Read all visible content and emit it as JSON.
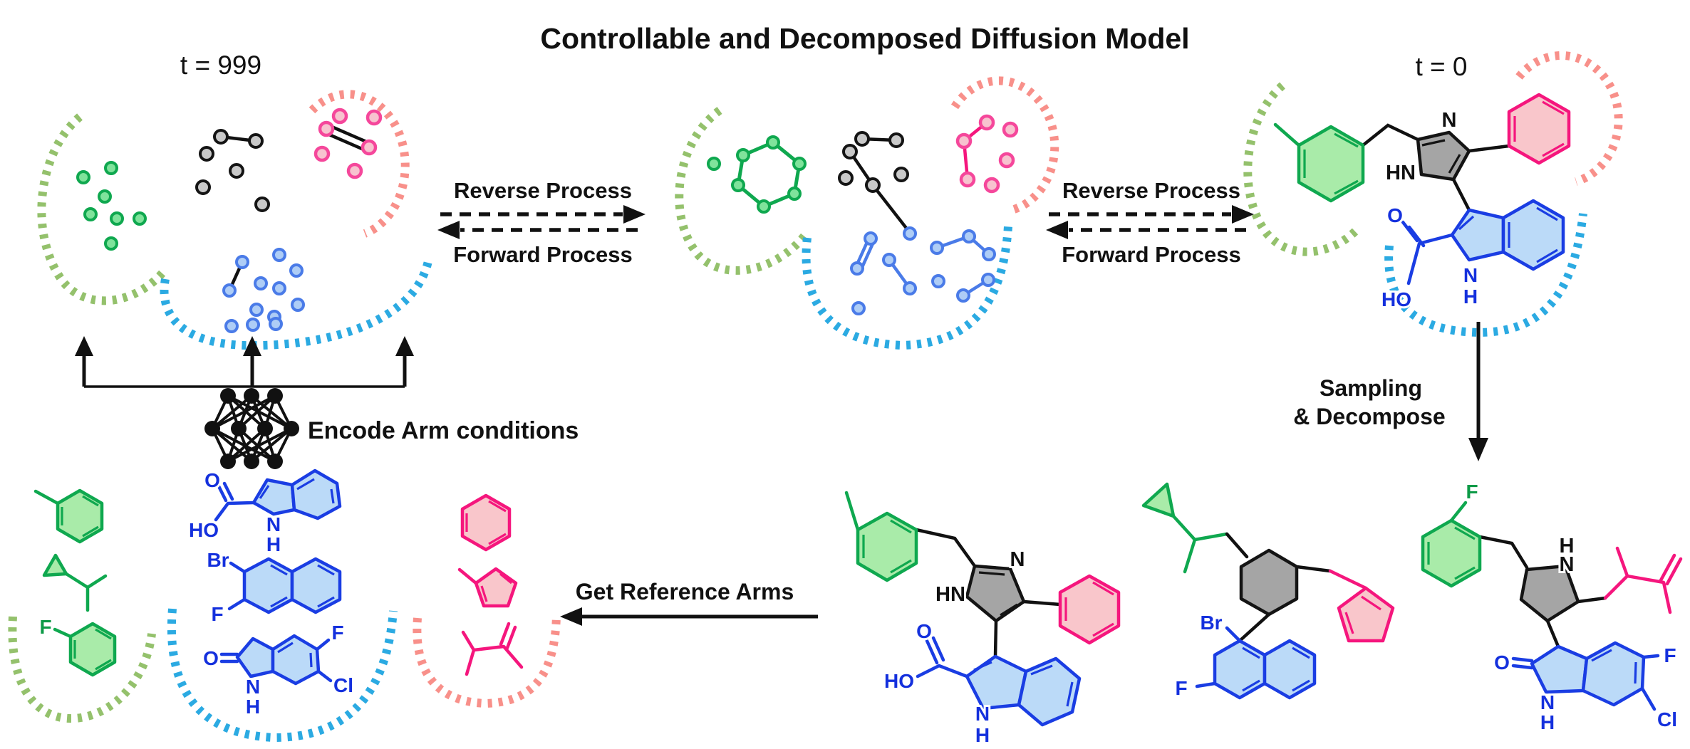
{
  "title": "Controllable and Decomposed Diffusion Model",
  "timesteps": {
    "noise": "t = 999",
    "final": "t = 0"
  },
  "process": {
    "reverse": "Reverse Process",
    "forward": "Forward Process"
  },
  "actions": {
    "sampling_line1": "Sampling",
    "sampling_line2": "& Decompose",
    "encode_arms": "Encode Arm conditions",
    "get_reference_arms": "Get Reference Arms"
  },
  "atoms": {
    "N": "N",
    "HN": "HN",
    "H": "H",
    "O": "O",
    "HO": "HO",
    "F": "F",
    "Cl": "Cl",
    "Br": "Br"
  },
  "colors": {
    "arm_region_green": "#94c16c",
    "arm_region_pink": "#f8908a",
    "arm_region_blue": "#2baae2",
    "fragment_green": "#0fa84f",
    "fragment_pink": "#f5167d",
    "fragment_blue": "#1a3de3",
    "scaffold_gray": "#a5a5a5",
    "text": "#111111"
  }
}
